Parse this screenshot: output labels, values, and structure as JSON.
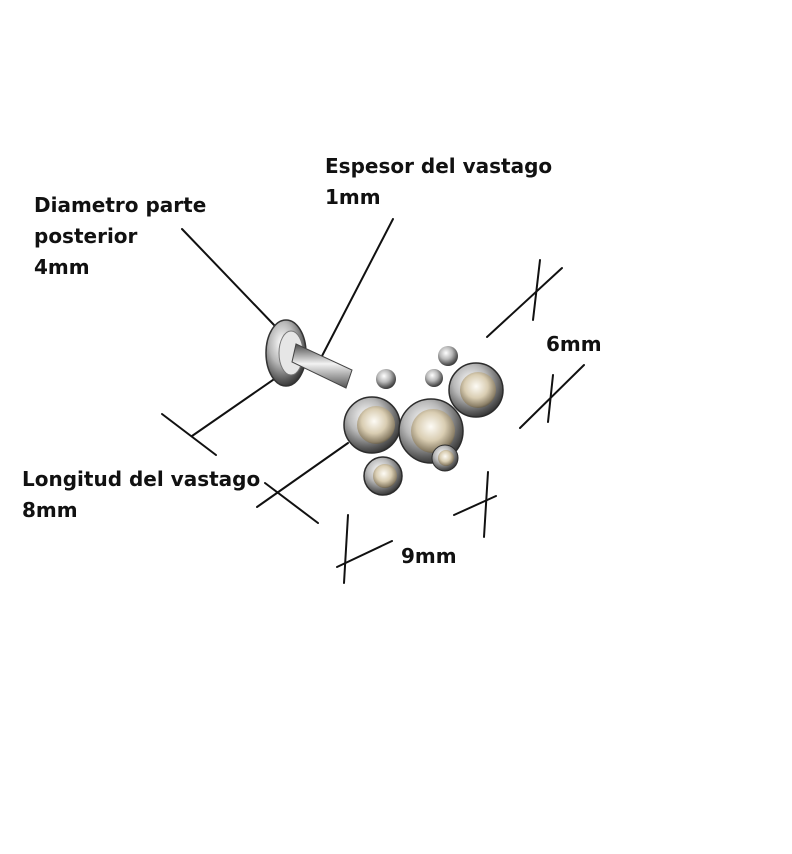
{
  "labels": {
    "diametro": {
      "line1": "Diametro parte",
      "line2": "posterior",
      "value": "4mm"
    },
    "espesor": {
      "line1": "Espesor del vastago",
      "value": "1mm"
    },
    "longitud": {
      "line1": "Longitud del vastago",
      "value": "8mm"
    },
    "alto": {
      "value": "6mm"
    },
    "ancho": {
      "value": "9mm"
    }
  },
  "colors": {
    "text": "#111111",
    "lines": "#111111",
    "metal": "#9a9a9a",
    "crystal": "#e8e2d4"
  }
}
